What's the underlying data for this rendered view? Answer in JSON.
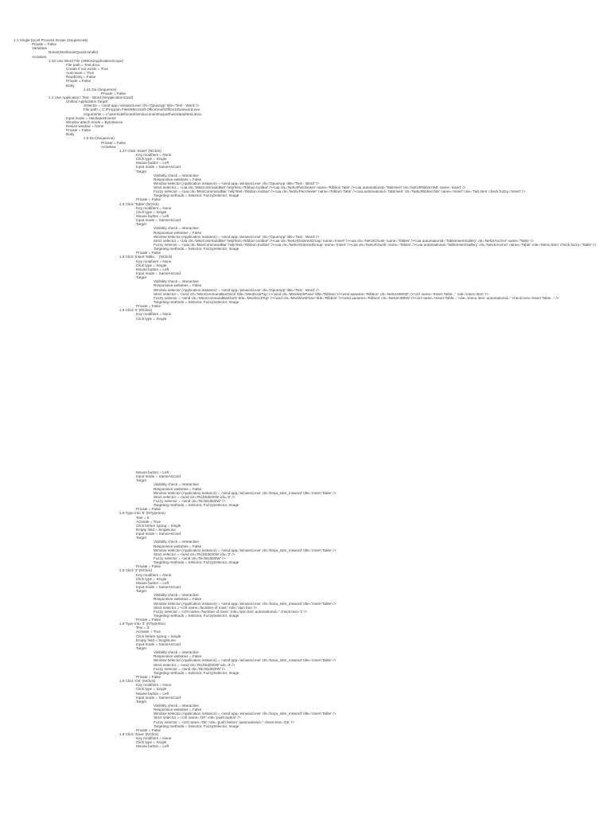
{
  "document": {
    "blocks": [
      {
        "name": "top-block",
        "lines": [
          {
            "indent": 0,
            "text": "1.1 Single Excel Process Scope (Sequence5)"
          },
          {
            "indent": 1,
            "text": "Private = False"
          },
          {
            "indent": 1,
            "text": "Variables"
          },
          {
            "indent": 2,
            "text": "Notes(WorkbookQuickHandle)"
          },
          {
            "indent": 1,
            "text": "Activities"
          },
          {
            "indent": 2,
            "text": "1.43 Use Word File (NWordApplicationScope)"
          },
          {
            "indent": 3,
            "text": "File path = Test.docx"
          },
          {
            "indent": 3,
            "text": "Create if not exists = True"
          },
          {
            "indent": 3,
            "text": "Auto save = True"
          },
          {
            "indent": 3,
            "text": "ReadOnly = False"
          },
          {
            "indent": 3,
            "text": "Private = False"
          },
          {
            "indent": 3,
            "text": "Body"
          },
          {
            "indent": 4,
            "text": "1.41 Do (Sequence)"
          },
          {
            "indent": 5,
            "text": "Private = False"
          },
          {
            "indent": 2,
            "text": "1.4 Use Application: Test - Word (NApplicationCard)"
          },
          {
            "indent": 3,
            "text": "Unified Application Target"
          },
          {
            "indent": 4,
            "text": "Selector = <wnd app='winword.exe' cls='OpusApp' title='Test - Word' />"
          },
          {
            "indent": 4,
            "text": "File path = C:\\Program Files\\Microsoft Office\\root\\Office16\\winword.exe"
          },
          {
            "indent": 4,
            "text": "Arguments = c:\\users\\dell\\onedrive\\documents\\uipath\\wordpad\\test.docx"
          },
          {
            "indent": 3,
            "text": "Input mode = HardwareEvents"
          },
          {
            "indent": 3,
            "text": "Window attach mode = ByInstance"
          },
          {
            "indent": 3,
            "text": "Resize window = None"
          },
          {
            "indent": 3,
            "text": "Private = False"
          },
          {
            "indent": 3,
            "text": "Body"
          },
          {
            "indent": 4,
            "text": "1.5 Do (Sequence)"
          },
          {
            "indent": 5,
            "text": "Private = False"
          },
          {
            "indent": 5,
            "text": "Activities"
          },
          {
            "indent": 6,
            "text": "1.27 Click 'Insert' (NClick)"
          },
          {
            "indent": 7,
            "text": "Key modifiers = None"
          },
          {
            "indent": 7,
            "text": "Click type = Single"
          },
          {
            "indent": 7,
            "text": "Mouse button = Left"
          },
          {
            "indent": 7,
            "text": "Input mode = SameAsCard"
          },
          {
            "indent": 7,
            "text": "Target"
          },
          {
            "indent": 8,
            "text": "Visibility check = Interactive"
          },
          {
            "indent": 8,
            "text": "Responsive websites = False"
          },
          {
            "indent": 8,
            "text": "Window selector (Application instance) = <wnd app='winword.exe' cls='OpusApp' title='Test - Word' />"
          },
          {
            "indent": 8,
            "text": "Strict selector = <uia cls='MsoCommandBar' helpText='Ribbon toolbar' /><uia cls='NetUIPanViewer' name='Ribbon Tabs' /><uia automationid='TabInsert' cls='NetUIRibbonTab' name='Insert' />"
          },
          {
            "indent": 8,
            "text": "Fuzzy selector = <uia cls='MsoCommandBar' helpText='Ribbon toolbar' /><uia cls='NetUIPanViewer' name='Ribbon Tabs' /><uia automationid='TabInsert' cls='NetUIRibbonTab' name='Insert' role='Tab Item' check:fuzzy='Insert' />"
          },
          {
            "indent": 8,
            "text": "Targeting methods = Selector, FuzzySelector, Image"
          },
          {
            "indent": 7,
            "text": "Private = False"
          },
          {
            "indent": 6,
            "text": "1.6 Click 'Table' (NClick)"
          },
          {
            "indent": 7,
            "text": "Key modifiers = None"
          },
          {
            "indent": 7,
            "text": "Click type = Single"
          },
          {
            "indent": 7,
            "text": "Mouse button = Left"
          },
          {
            "indent": 7,
            "text": "Input mode = SameAsCard"
          },
          {
            "indent": 7,
            "text": "Target"
          },
          {
            "indent": 8,
            "text": "Visibility check = Interactive"
          },
          {
            "indent": 8,
            "text": "Responsive websites = False"
          },
          {
            "indent": 8,
            "text": "Window selector (Application instance) = <wnd app='winword.exe' cls='OpusApp' title='Test - Word' />"
          },
          {
            "indent": 8,
            "text": "Strict selector = <uia cls='MsoCommandBar' helpText='Ribbon toolbar' /><uia cls='NetUIOrderedGroup' name='Insert' /><uia cls='NetUIChunk' name='Tables' /><uia automationid='TableInsertGallery' cls='NetUIAnchor' name='Table' />"
          },
          {
            "indent": 8,
            "text": "Fuzzy selector = <uia cls='MsoCommandBar' helpText='Ribbon toolbar' /><uia cls='NetUIOrderedGroup' name='Insert' /><uia cls='NetUIChunk' name='Tables' /><uia automationid='TableInsertGallery' cls='NetUIAnchor' name='Table' role='Menu Item' check:fuzzy='Table' />"
          },
          {
            "indent": 8,
            "text": "Targeting methods = Selector, FuzzySelector, Image"
          },
          {
            "indent": 7,
            "text": "Private = False"
          },
          {
            "indent": 6,
            "text": "1.8 Click 'Insert Table...' (NClick)"
          },
          {
            "indent": 7,
            "text": "Key modifiers = None"
          },
          {
            "indent": 7,
            "text": "Click type = Single"
          },
          {
            "indent": 7,
            "text": "Mouse button = Left"
          },
          {
            "indent": 7,
            "text": "Input mode = SameAsCard"
          },
          {
            "indent": 7,
            "text": "Target"
          },
          {
            "indent": 8,
            "text": "Visibility check = Interactive"
          },
          {
            "indent": 8,
            "text": "Responsive websites = False"
          },
          {
            "indent": 8,
            "text": "Window selector (Application instance) = <wnd app='winword.exe' cls='OpusApp' title='Test - Word' />"
          },
          {
            "indent": 8,
            "text": "Strict selector = <wnd cls='MsoCommandBarDock' title='MsoDockTop' /><wnd cls='MsoWorkPane' title='Ribbon' /><wnd aaname='Ribbon' cls='NetUIHWND' /><ctrl name='Insert Table...' role='menu item' />"
          },
          {
            "indent": 8,
            "text": "Fuzzy selector = <wnd cls='MsoCommandBarDock' title='MsoDockTop' /><wnd cls='MsoWorkPane' title='Ribbon' /><wnd aaname='Ribbon' cls='NetUIHWND' /><ctrl name='Insert Table...' role='menu item' automationid='' check:text='Insert Table...' />"
          },
          {
            "indent": 8,
            "text": "Targeting methods = Selector, FuzzySelector, Image"
          },
          {
            "indent": 7,
            "text": "Private = False"
          },
          {
            "indent": 6,
            "text": "1.9 Click '5' (NClick)"
          },
          {
            "indent": 7,
            "text": "Key modifiers = None"
          },
          {
            "indent": 7,
            "text": "Click type = Single"
          }
        ]
      },
      {
        "name": "bottom-block",
        "lines": [
          {
            "indent": 7,
            "text": "Mouse button = Left"
          },
          {
            "indent": 7,
            "text": "Input mode = SameAsCard"
          },
          {
            "indent": 7,
            "text": "Target"
          },
          {
            "indent": 8,
            "text": "Visibility check = Interactive"
          },
          {
            "indent": 8,
            "text": "Responsive websites = False"
          },
          {
            "indent": 8,
            "text": "Window selector (Application instance) = <wnd app='winword.exe' cls='bosa_sdm_msword' title='Insert Table' />"
          },
          {
            "indent": 8,
            "text": "Strict selector = <wnd cls='RichEdit20W' idx='2' />"
          },
          {
            "indent": 8,
            "text": "Fuzzy selector = <wnd cls='RichEdit20W' />"
          },
          {
            "indent": 8,
            "text": "Targeting methods = Selector, FuzzySelector, Image"
          },
          {
            "indent": 7,
            "text": "Private = False"
          },
          {
            "indent": 6,
            "text": "1.8 Type Into '5' (NTypeInto)"
          },
          {
            "indent": 7,
            "text": "Text = 5"
          },
          {
            "indent": 7,
            "text": "Activate = True"
          },
          {
            "indent": 7,
            "text": "Click before typing = Single"
          },
          {
            "indent": 7,
            "text": "Empty field = SingleLine"
          },
          {
            "indent": 7,
            "text": "Input mode = SameAsCard"
          },
          {
            "indent": 7,
            "text": "Target"
          },
          {
            "indent": 8,
            "text": "Visibility check = Interactive"
          },
          {
            "indent": 8,
            "text": "Responsive websites = False"
          },
          {
            "indent": 8,
            "text": "Window selector (Application instance) = <wnd app='winword.exe' cls='bosa_sdm_msword' title='Insert Table' />"
          },
          {
            "indent": 8,
            "text": "Strict selector = <wnd cls='RichEdit20W' idx='2' />"
          },
          {
            "indent": 8,
            "text": "Fuzzy selector = <wnd cls='RichEdit20W' />"
          },
          {
            "indent": 8,
            "text": "Targeting methods = Selector, FuzzySelector, Image"
          },
          {
            "indent": 7,
            "text": "Private = False"
          },
          {
            "indent": 6,
            "text": "1.8 Click '2' (NClick)"
          },
          {
            "indent": 7,
            "text": "Key modifiers = None"
          },
          {
            "indent": 7,
            "text": "Click type = Single"
          },
          {
            "indent": 7,
            "text": "Mouse button = Left"
          },
          {
            "indent": 7,
            "text": "Input mode = SameAsCard"
          },
          {
            "indent": 7,
            "text": "Target"
          },
          {
            "indent": 8,
            "text": "Visibility check = Interactive"
          },
          {
            "indent": 8,
            "text": "Responsive websites = False"
          },
          {
            "indent": 8,
            "text": "Window selector (Application instance) = <wnd app='winword.exe' cls='bosa_sdm_msword' title='Insert Table' />"
          },
          {
            "indent": 8,
            "text": "Strict selector = <ctrl name='Number of rows:' role='spin box' />"
          },
          {
            "indent": 8,
            "text": "Fuzzy selector = <ctrl name='Number of rows:' role='spin box' automationid='' check:text='2' />"
          },
          {
            "indent": 8,
            "text": "Targeting methods = Selector, FuzzySelector, Image"
          },
          {
            "indent": 7,
            "text": "Private = False"
          },
          {
            "indent": 6,
            "text": "1.8 Type Into '2' (NTypeInto)"
          },
          {
            "indent": 7,
            "text": "Text = 3"
          },
          {
            "indent": 7,
            "text": "Activate = True"
          },
          {
            "indent": 7,
            "text": "Click before typing = Single"
          },
          {
            "indent": 7,
            "text": "Empty field = SingleLine"
          },
          {
            "indent": 7,
            "text": "Input mode = SameAsCard"
          },
          {
            "indent": 7,
            "text": "Target"
          },
          {
            "indent": 8,
            "text": "Visibility check = Interactive"
          },
          {
            "indent": 8,
            "text": "Responsive websites = False"
          },
          {
            "indent": 8,
            "text": "Window selector (Application instance) = <wnd app='winword.exe' cls='bosa_sdm_msword' title='Insert Table' />"
          },
          {
            "indent": 8,
            "text": "Strict selector = <wnd cls='RichEdit20W' idx='3' />"
          },
          {
            "indent": 8,
            "text": "Fuzzy selector = <wnd cls='RichEdit20W' />"
          },
          {
            "indent": 8,
            "text": "Targeting methods = Selector, FuzzySelector, Image"
          },
          {
            "indent": 7,
            "text": "Private = False"
          },
          {
            "indent": 6,
            "text": "1.8 Click 'OK' (NClick)"
          },
          {
            "indent": 7,
            "text": "Key modifiers = None"
          },
          {
            "indent": 7,
            "text": "Click type = Single"
          },
          {
            "indent": 7,
            "text": "Mouse button = Left"
          },
          {
            "indent": 7,
            "text": "Input mode = SameAsCard"
          },
          {
            "indent": 7,
            "text": "Target"
          },
          {
            "indent": 8,
            "text": "Visibility check = Interactive"
          },
          {
            "indent": 8,
            "text": "Responsive websites = False"
          },
          {
            "indent": 8,
            "text": "Window selector (Application instance) = <wnd app='winword.exe' cls='bosa_sdm_msword' title='Insert Table' />"
          },
          {
            "indent": 8,
            "text": "Strict selector = <ctrl name='OK' role='push button' />"
          },
          {
            "indent": 8,
            "text": "Fuzzy selector = <ctrl name='OK' role='push button' automationid='' check:text='OK' />"
          },
          {
            "indent": 8,
            "text": "Targeting methods = Selector, FuzzySelector, Image"
          },
          {
            "indent": 7,
            "text": "Private = False"
          },
          {
            "indent": 6,
            "text": "1.8 Click 'Save' (NClick)"
          },
          {
            "indent": 7,
            "text": "Key modifiers = None"
          },
          {
            "indent": 7,
            "text": "Click type = Single"
          },
          {
            "indent": 7,
            "text": "Mouse button = Left"
          }
        ]
      }
    ]
  }
}
